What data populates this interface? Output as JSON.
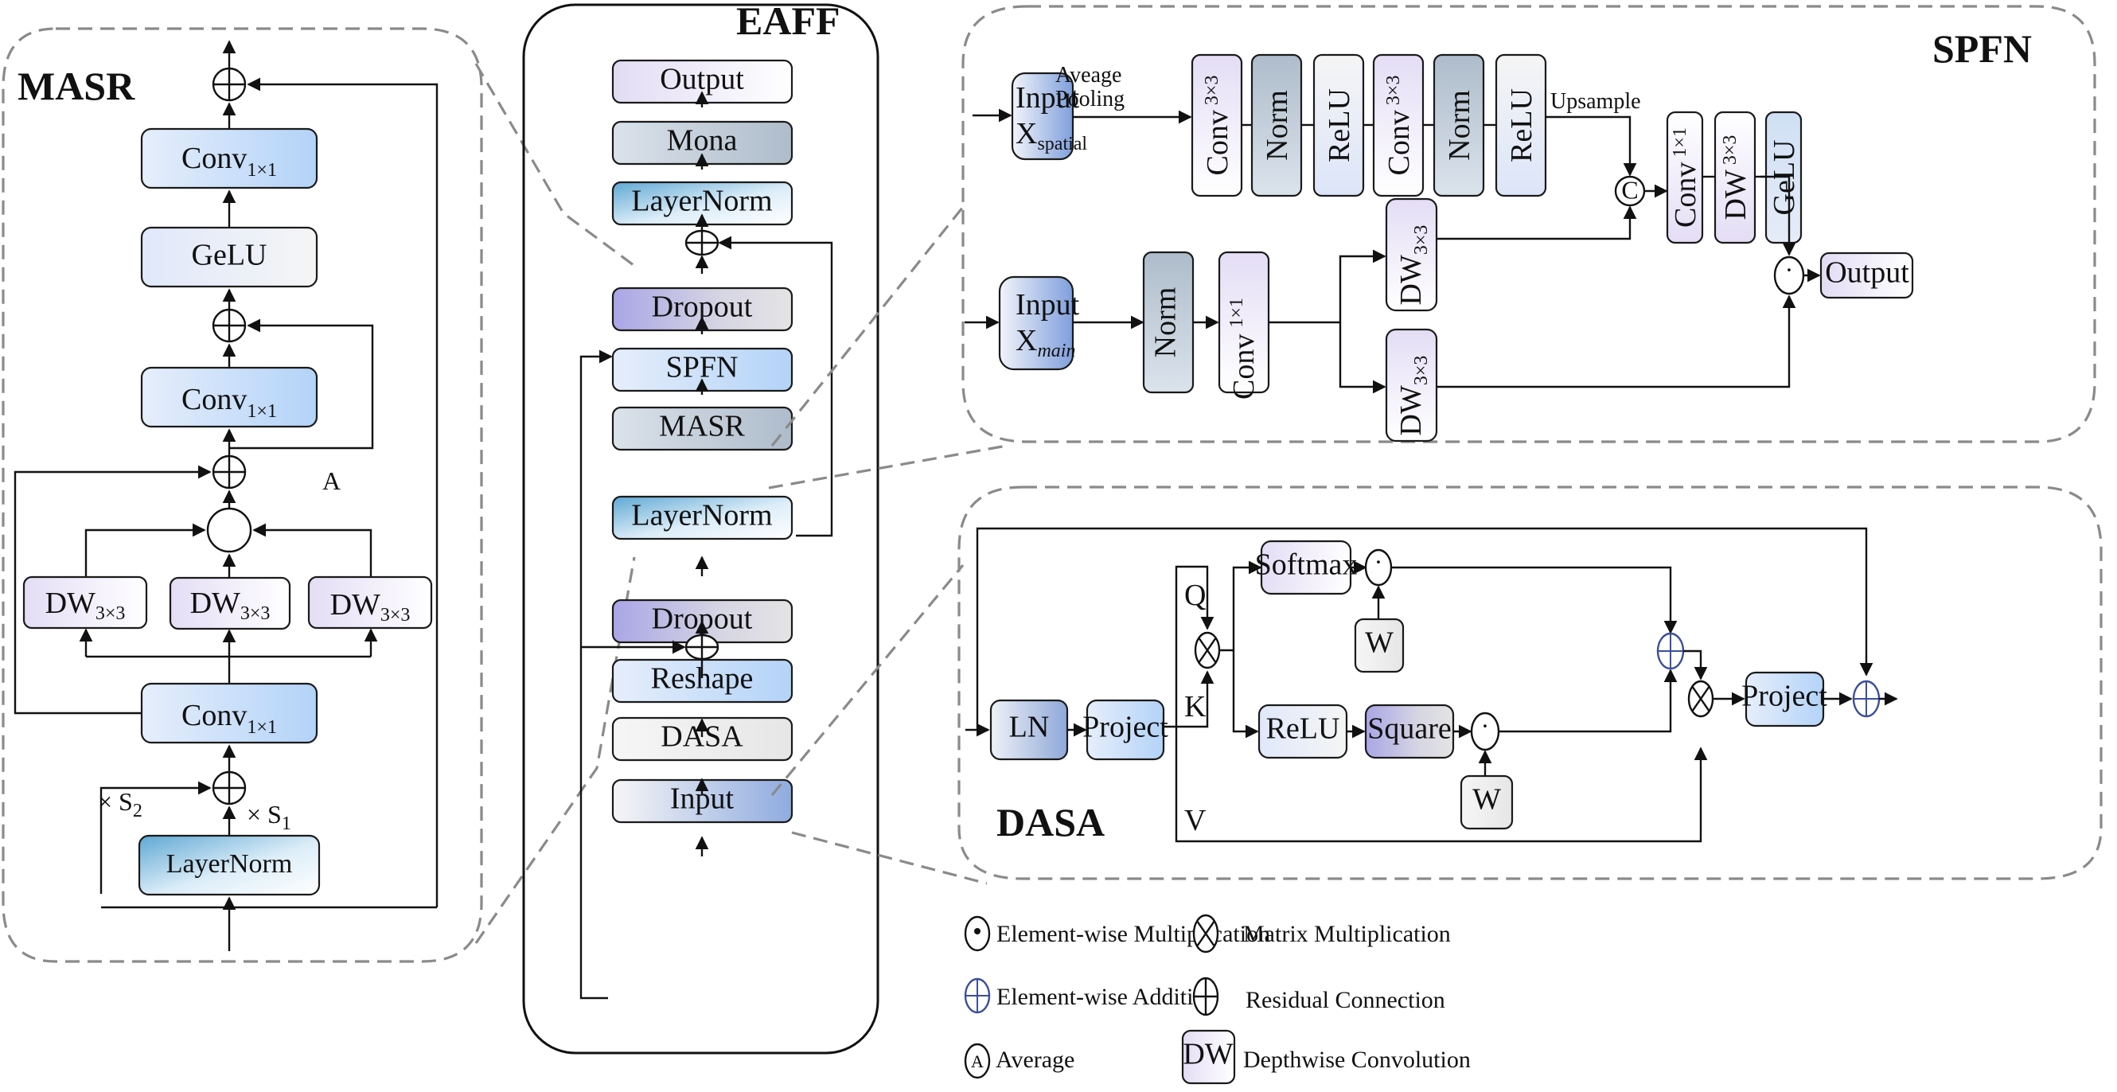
{
  "masr": {
    "title": "MASR",
    "conv_top": {
      "main": "Conv",
      "sub": "1×1"
    },
    "gelu": "GeLU",
    "conv_mid": {
      "main": "Conv",
      "sub": "1×1"
    },
    "average_label": "A",
    "dw": [
      {
        "main": "DW",
        "sub": "3×3"
      },
      {
        "main": "DW",
        "sub": "3×3"
      },
      {
        "main": "DW",
        "sub": "3×3"
      }
    ],
    "conv_bottom": {
      "main": "Conv",
      "sub": "1×1"
    },
    "scale_s2": {
      "main": "× S",
      "sub": "2"
    },
    "scale_s1": {
      "main": "× S",
      "sub": "1"
    },
    "layernorm": "LayerNorm"
  },
  "eaff": {
    "title": "EAFF",
    "blocks": [
      "Output",
      "Mona",
      "LayerNorm",
      "Dropout",
      "SPFN",
      "MASR",
      "LayerNorm",
      "Dropout",
      "Reshape",
      "DASA",
      "Input"
    ]
  },
  "spfn": {
    "title": "SPFN",
    "input_spatial": {
      "main": "Input",
      "x": "X",
      "sub": "spatial"
    },
    "avg_pool_label": [
      "Aveage",
      "Pooling"
    ],
    "top_chain": [
      {
        "main": "Conv",
        "sub": "3×3"
      },
      {
        "main": "Norm",
        "sub": ""
      },
      {
        "main": "ReLU",
        "sub": ""
      },
      {
        "main": "Conv",
        "sub": "3×3"
      },
      {
        "main": "Norm",
        "sub": ""
      },
      {
        "main": "ReLU",
        "sub": ""
      }
    ],
    "upsample_label": "Upsample",
    "concat_symbol": "C",
    "post_chain": [
      {
        "main": "Conv",
        "sub": "1×1"
      },
      {
        "main": "DW",
        "sub": "3×3"
      },
      {
        "main": "GeLU",
        "sub": ""
      }
    ],
    "input_main": {
      "main": "Input",
      "x": "X",
      "sub": "main"
    },
    "norm": "Norm",
    "conv1x1": {
      "main": "Conv",
      "sub": "1×1"
    },
    "dw_upper": {
      "main": "DW",
      "sub": "3×3"
    },
    "dw_lower": {
      "main": "DW",
      "sub": "3×3"
    },
    "mult_symbol": "·",
    "output": "Output"
  },
  "dasa": {
    "title": "DASA",
    "ln": "LN",
    "project_in": "Project",
    "q_label": "Q",
    "k_label": "K",
    "v_label": "V",
    "softmax": "Softmax",
    "relu": "ReLU",
    "square": "Square",
    "w_top": "W",
    "w_bottom": "W",
    "mult_symbol": "·",
    "project_out": "Project"
  },
  "legend": {
    "items": [
      {
        "symbol": "dot-circle",
        "label": "Element-wise Multiplication"
      },
      {
        "symbol": "blue-plus-circle",
        "label": "Element-wise Addition"
      },
      {
        "symbol": "A",
        "label": "Average"
      },
      {
        "symbol": "x-circle",
        "label": "Matrix Multiplication"
      },
      {
        "symbol": "plus-circle",
        "label": "Residual Connection"
      },
      {
        "symbol": "DW",
        "label": "Depthwise Convolution"
      }
    ]
  },
  "colors": {
    "blue_box": "#b6d4f5",
    "lavender_box": "#e6e0f6",
    "slate_box": "#aebccb",
    "teal_box": "#6aaed6",
    "purple_box": "#a9a6e6",
    "gray_box": "#e6e6e6",
    "input_blue": "#7f9fdc",
    "dashed": "#8a8a8a",
    "element_add_blue": "#3b4f9a"
  }
}
